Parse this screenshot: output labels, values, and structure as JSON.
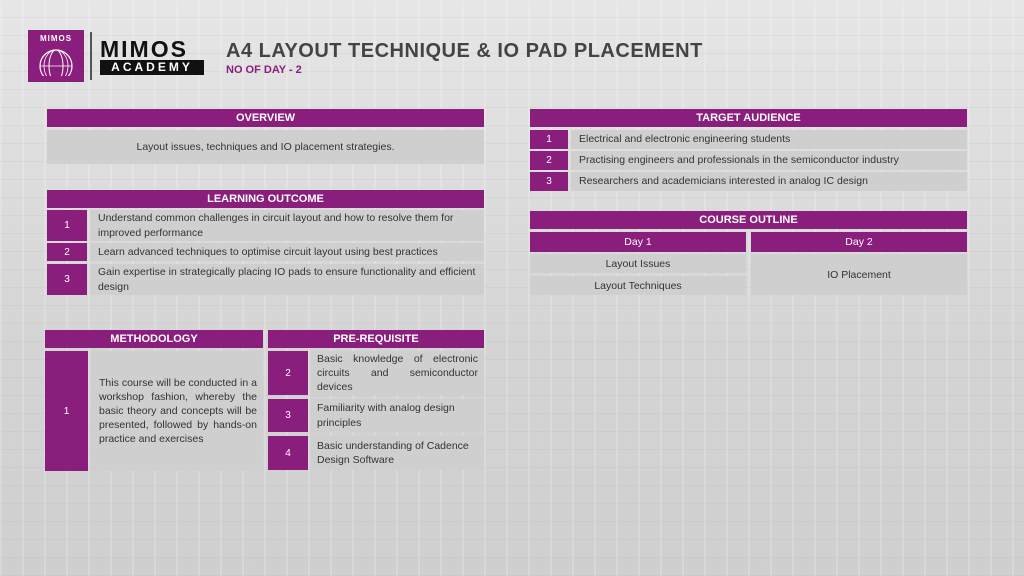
{
  "header": {
    "logo_text": "MIMOS",
    "brand_name": "MIMOS",
    "brand_sub": "ACADEMY",
    "title": "A4 LAYOUT TECHNIQUE & IO PAD PLACEMENT",
    "subtitle": "NO OF DAY - 2"
  },
  "colors": {
    "accent": "#8a1e7c",
    "cell": "#cfcfcf"
  },
  "overview": {
    "heading": "OVERVIEW",
    "text": "Layout issues, techniques and IO placement strategies."
  },
  "learning_outcome": {
    "heading": "LEARNING OUTCOME",
    "items": [
      {
        "num": "1",
        "text": "Understand common challenges in circuit layout and how to resolve them for improved performance"
      },
      {
        "num": "2",
        "text": "Learn advanced techniques to optimise circuit layout using best practices"
      },
      {
        "num": "3",
        "text": "Gain expertise in strategically placing IO pads to ensure functionality and efficient design"
      }
    ]
  },
  "target_audience": {
    "heading": "TARGET AUDIENCE",
    "items": [
      {
        "num": "1",
        "text": "Electrical and electronic engineering students"
      },
      {
        "num": "2",
        "text": "Practising engineers and professionals in the semiconductor industry"
      },
      {
        "num": "3",
        "text": "Researchers and academicians interested in analog IC design"
      }
    ]
  },
  "course_outline": {
    "heading": "COURSE OUTLINE",
    "day1": "Day 1",
    "day2": "Day 2",
    "day1_items": [
      "Layout Issues",
      "Layout Techniques"
    ],
    "day2_items": [
      "IO Placement"
    ]
  },
  "methodology": {
    "heading": "METHODOLOGY",
    "num": "1",
    "text": "This course will be conducted in a workshop fashion, whereby the basic theory and concepts will be presented, followed by hands-on practice and exercises"
  },
  "prerequisite": {
    "heading": "PRE-REQUISITE",
    "items": [
      {
        "num": "2",
        "text": "Basic knowledge of electronic circuits and semiconductor devices"
      },
      {
        "num": "3",
        "text": "Familiarity with analog design principles"
      },
      {
        "num": "4",
        "text": "Basic understanding of Cadence Design Software"
      }
    ]
  }
}
